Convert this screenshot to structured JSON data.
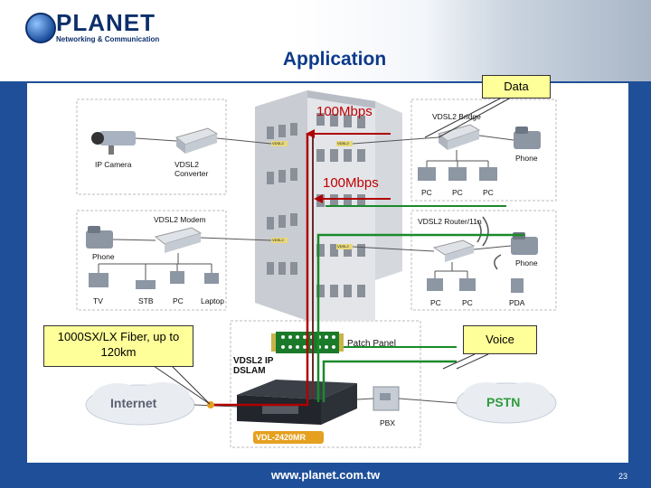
{
  "header": {
    "brand": "PLANET",
    "tagline": "Networking & Communication",
    "title": "Application"
  },
  "callouts": {
    "data": "Data",
    "fiber": "1000SX/LX Fiber, up to 120km",
    "voice": "Voice"
  },
  "speeds": {
    "top": "100Mbps",
    "middle": "100Mbps"
  },
  "labels": {
    "ip_camera": "IP Camera",
    "vdsl2_converter": "VDSL2 Converter",
    "vdsl2_bridge": "VDSL2 Bridge",
    "phone": "Phone",
    "pc": "PC",
    "vdsl2_modem": "VDSL2 Modem",
    "tv": "TV",
    "stb": "STB",
    "laptop": "Laptop",
    "vdsl2_router": "VDSL2 Router/11n",
    "pda": "PDA",
    "patch_panel": "Patch Panel",
    "dslam": "VDSL2 IP DSLAM",
    "model": "VDL-2420MR",
    "pbx": "PBX",
    "internet": "Internet",
    "pstn": "PSTN",
    "port": "VDSL2"
  },
  "footer": {
    "url": "www.planet.com.tw",
    "page": "23"
  },
  "colors": {
    "background": "#1f4f99",
    "title": "#0c3a8a",
    "data_line": "#c00000",
    "voice_line": "#1a8a2a",
    "callout": "#ffff99"
  }
}
